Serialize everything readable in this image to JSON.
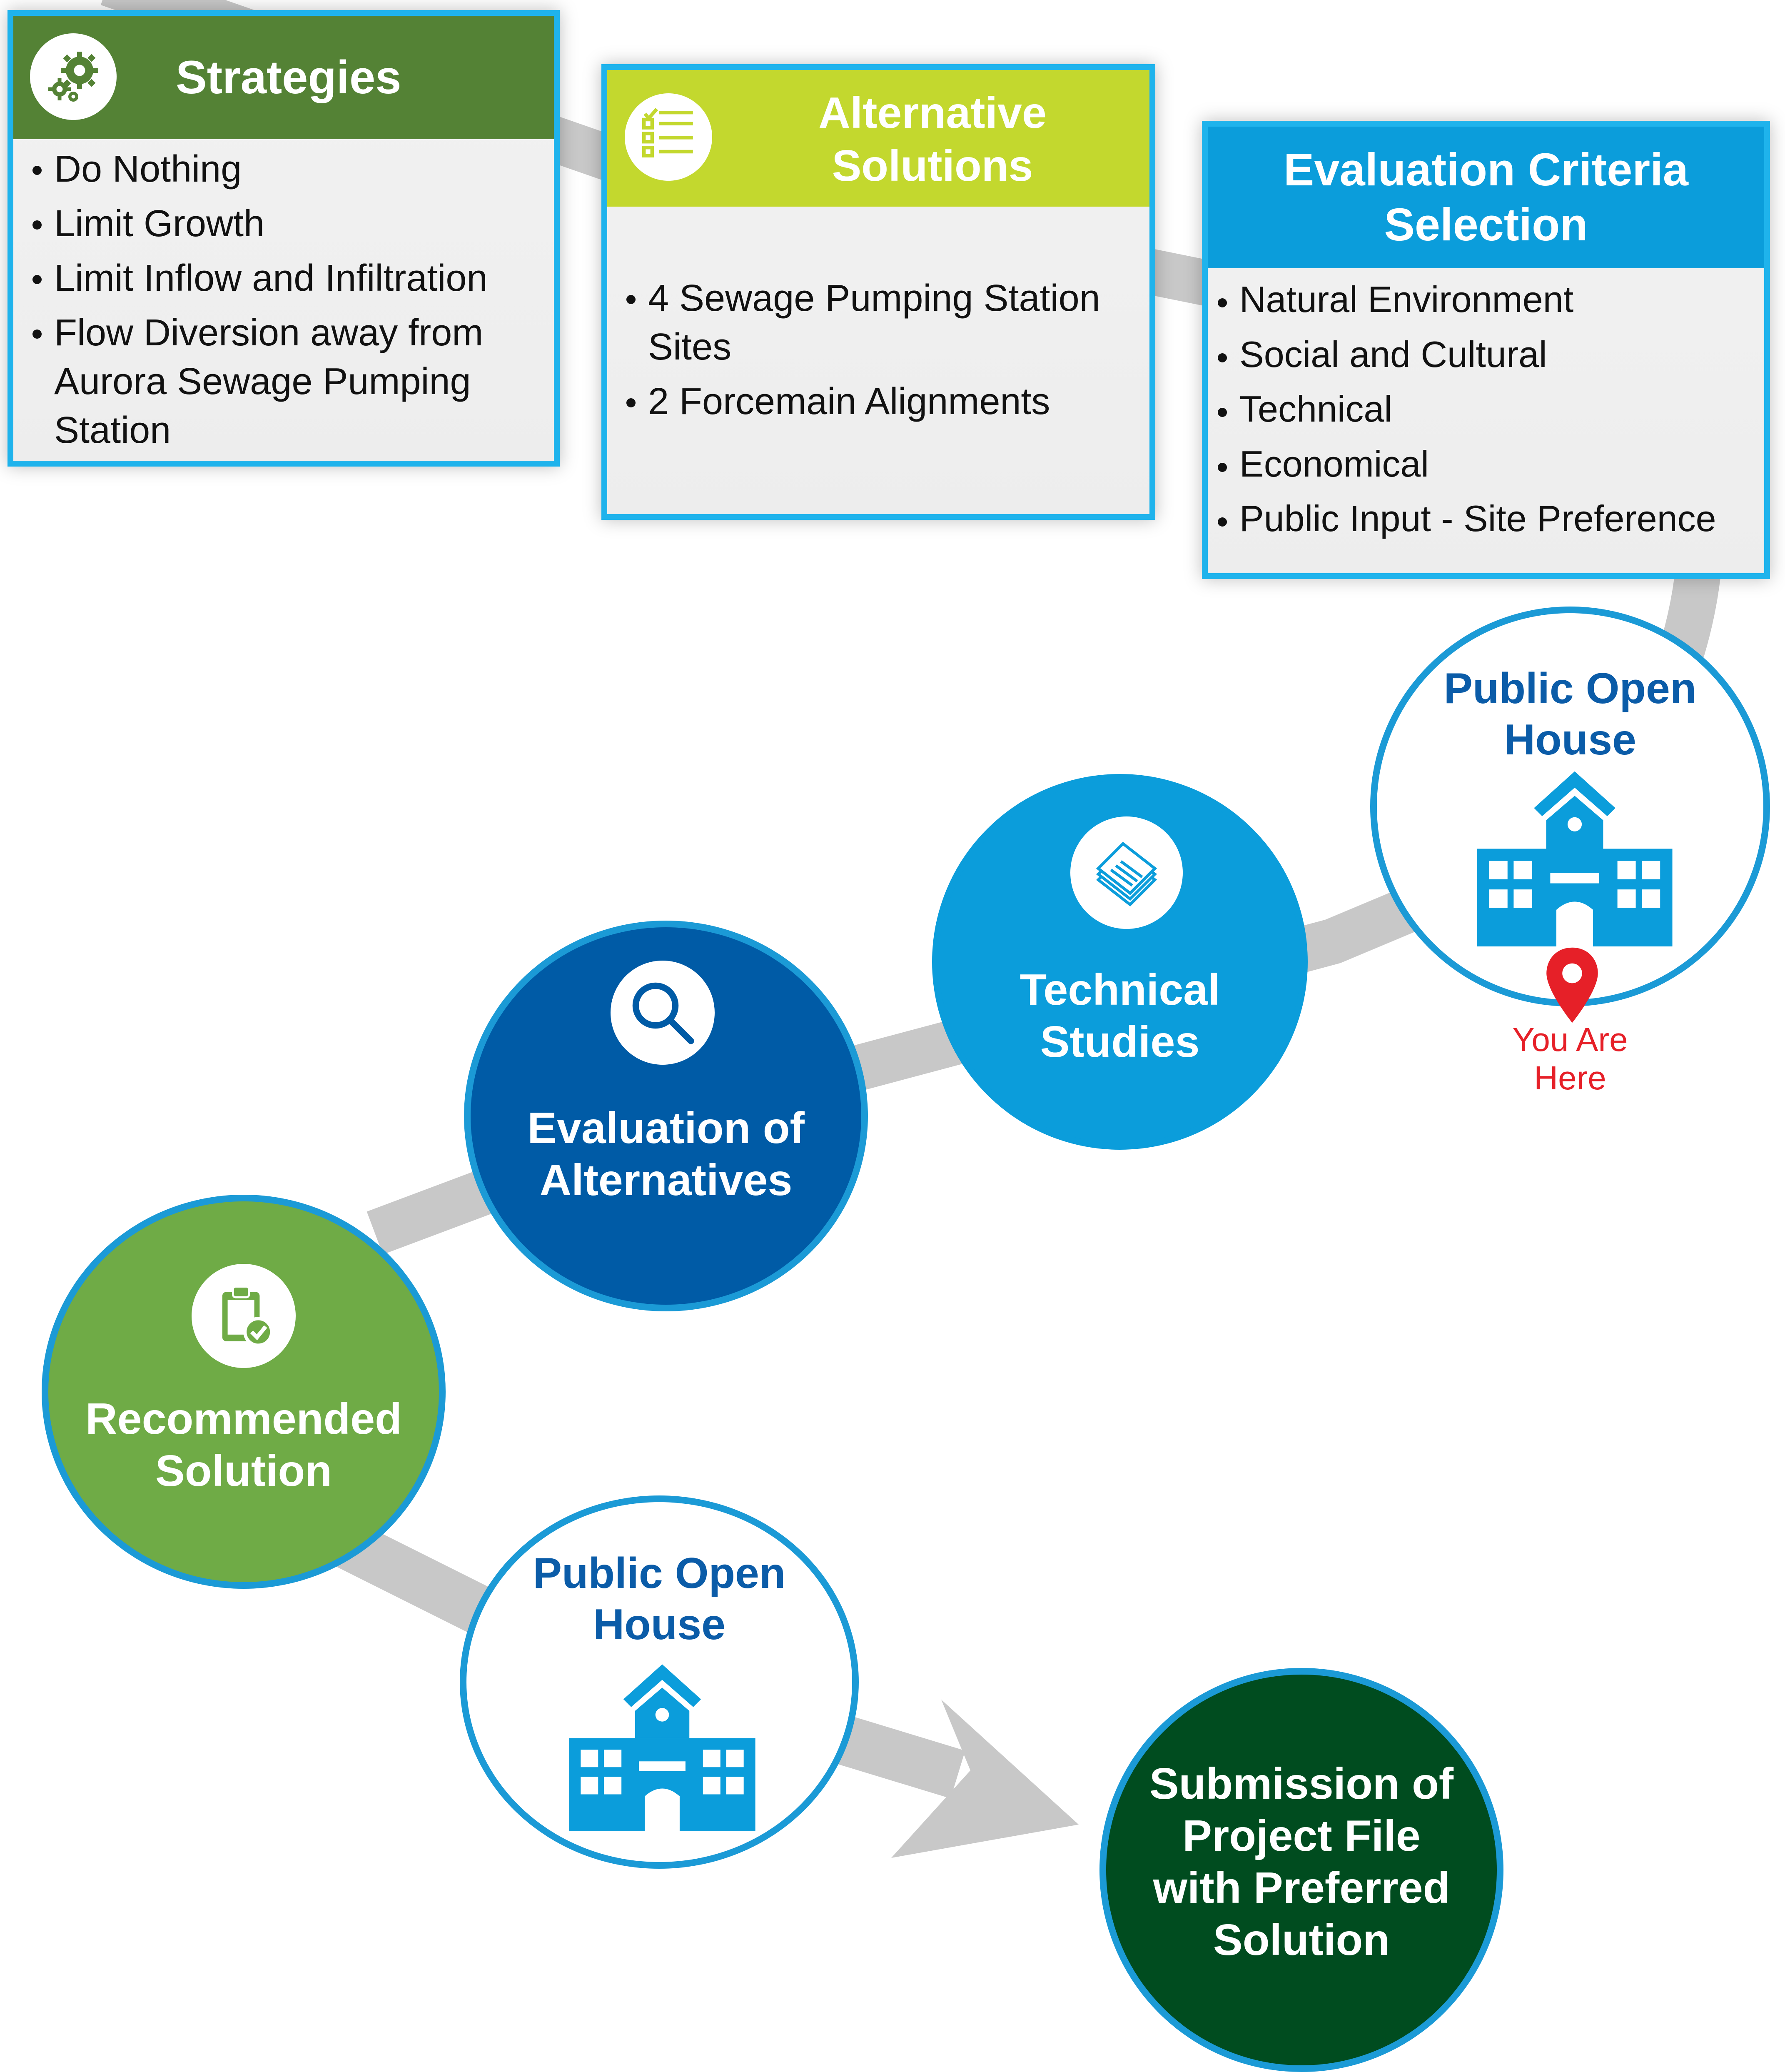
{
  "strategies": {
    "title": "Strategies",
    "icon": "gears-icon",
    "head_color": "#548235",
    "items": [
      "Do Nothing",
      "Limit Growth",
      "Limit Inflow and Infiltration",
      "Flow Diversion away from Aurora Sewage Pumping Station"
    ]
  },
  "alternatives": {
    "title": "Alternative\nSolutions",
    "icon": "checklist-icon",
    "head_color": "#c3d82e",
    "items": [
      "4 Sewage Pumping Station Sites",
      "2 Forcemain Alignments"
    ]
  },
  "criteria": {
    "title": "Evaluation Criteria\nSelection",
    "head_color": "#0b9ddb",
    "items": [
      "Natural Environment",
      "Social and Cultural",
      "Technical",
      "Economical",
      "Public Input - Site Preference"
    ]
  },
  "open_house_1": {
    "label": "Public Open\nHouse",
    "icon": "school-building-icon"
  },
  "you_are_here": {
    "label": "You Are\nHere",
    "icon": "location-pin-icon",
    "color": "#e62028"
  },
  "technical_studies": {
    "label": "Technical\nStudies",
    "icon": "documents-icon",
    "color": "#0b9ddb"
  },
  "evaluation": {
    "label": "Evaluation of\nAlternatives",
    "icon": "magnifier-icon",
    "color": "#005ba6"
  },
  "recommended": {
    "label": "Recommended\nSolution",
    "icon": "clipboard-check-icon",
    "color": "#6fab46"
  },
  "open_house_2": {
    "label": "Public Open\nHouse",
    "icon": "school-building-icon"
  },
  "submission": {
    "label": "Submission of\nProject File\nwith Preferred\nSolution",
    "color": "#004c1f"
  },
  "colors": {
    "border": "#1fb3ec",
    "path": "#c8c8c8",
    "dark_blue_text": "#0b5ca8"
  }
}
